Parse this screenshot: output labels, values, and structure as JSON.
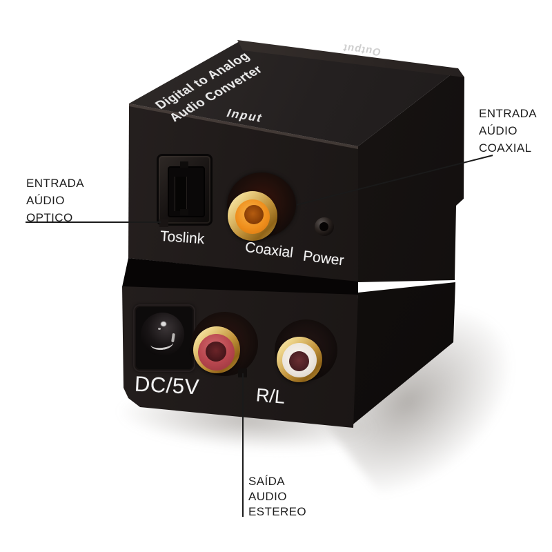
{
  "device": {
    "top_face": {
      "name_line1": "Digital to Analog",
      "name_line2": "Audio Converter",
      "input_label": "Input",
      "output_label": "Output"
    },
    "input_panel": {
      "toslink_label": "Toslink",
      "coaxial_label": "Coaxial",
      "power_label": "Power"
    },
    "output_panel": {
      "dc_label": "DC/5V",
      "rl_label": "R/L"
    }
  },
  "annotations": {
    "optical": {
      "line1": "ENTRADA",
      "line2": "AÚDIO",
      "line3": "OPTICO"
    },
    "coaxial": {
      "line1": "ENTRADA",
      "line2": "AÚDIO",
      "line3": "COAXIAL"
    },
    "stereo": {
      "line1": "SAÍDA",
      "line2": "AUDIO",
      "line3": "ESTEREO"
    }
  },
  "colors": {
    "background": "#ffffff",
    "device_body": "#201b1a",
    "device_label_text": "#f2f2f2",
    "annotation_text": "#1e1e1e",
    "annotation_line": "#1a1a1a",
    "gold_connector": "#c1923a",
    "coaxial_center": "#ef8f1d",
    "rca_red": "#b9474f",
    "rca_white": "#ece6de"
  }
}
